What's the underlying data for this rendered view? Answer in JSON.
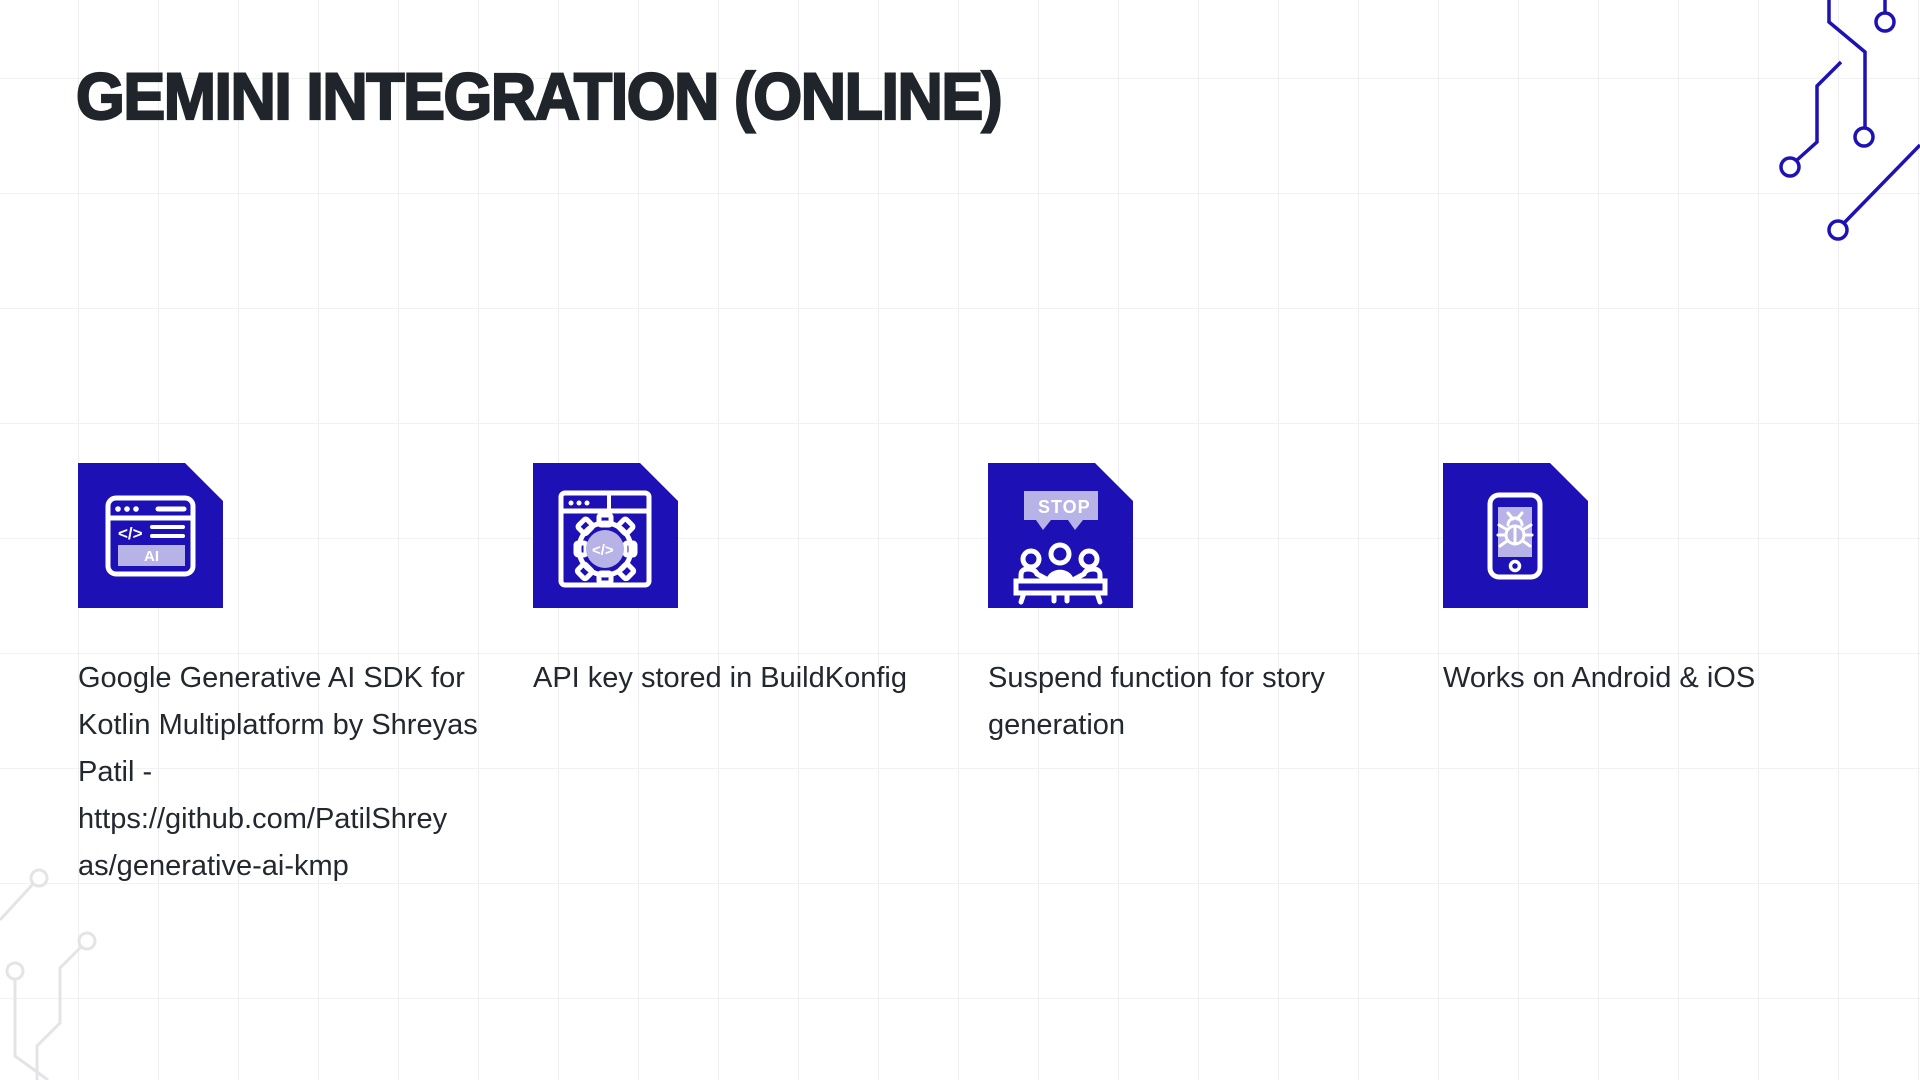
{
  "title": "GEMINI INTEGRATION (ONLINE)",
  "theme": {
    "icon_blue": "#1d10b5",
    "circuit_blue": "#1e12b2",
    "lavender": "#b7b3e6",
    "text_dark": "#23272e",
    "grid_line": "#ededf2",
    "faint_circuit_gray": "#e4e4e8"
  },
  "features": [
    {
      "icon": "browser-ai-icon",
      "icon_label": "AI",
      "code_glyph": "</>",
      "caption": "Google Generative AI SDK for\nKotlin Multiplatform by Shreyas\nPatil -\nhttps://github.com/PatilShrey\nas/generative-ai-kmp"
    },
    {
      "icon": "browser-gear-code-icon",
      "code_glyph": "</>",
      "caption": "API key stored in BuildKonfig"
    },
    {
      "icon": "stop-meeting-icon",
      "icon_label": "STOP",
      "caption": "Suspend function for story\ngeneration"
    },
    {
      "icon": "phone-bug-icon",
      "caption": "Works on Android & iOS"
    }
  ]
}
